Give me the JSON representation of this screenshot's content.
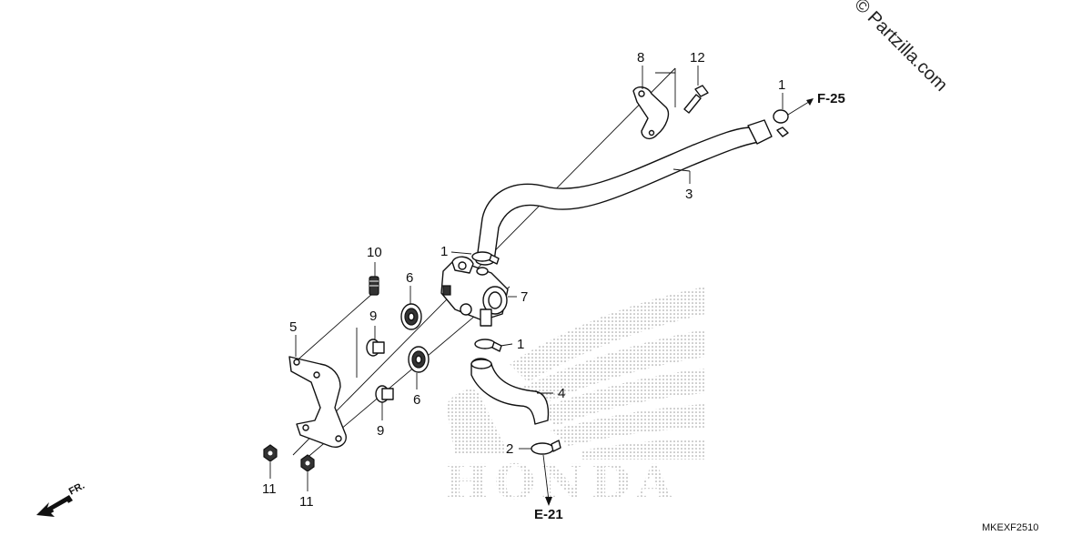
{
  "watermark": "© Partzilla.com",
  "diagram_code": "MKEXF2510",
  "front_indicator": "FR.",
  "background_logo": "HONDA",
  "references": {
    "f25": "F-25",
    "e21": "E-21"
  },
  "callouts": {
    "c1_top_right": "1",
    "c1_upper": "1",
    "c1_lower": "1",
    "c2": "2",
    "c3": "3",
    "c4": "4",
    "c5": "5",
    "c6_upper": "6",
    "c6_lower": "6",
    "c7": "7",
    "c8": "8",
    "c9_upper": "9",
    "c9_lower": "9",
    "c10": "10",
    "c11_left": "11",
    "c11_right": "11",
    "c12": "12"
  }
}
